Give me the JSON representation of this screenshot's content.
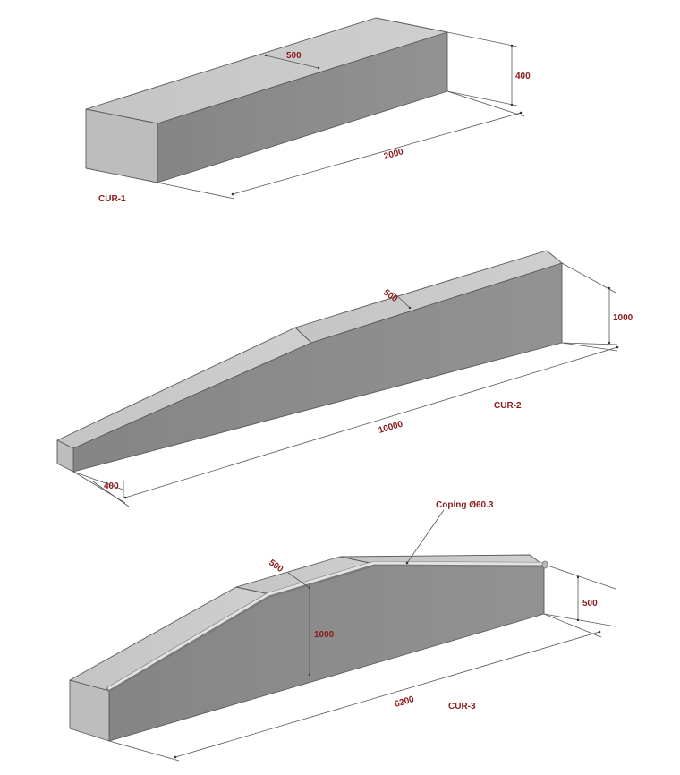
{
  "cur1": {
    "label": "CUR-1",
    "width": "500",
    "height": "400",
    "length": "2000"
  },
  "cur2": {
    "label": "CUR-2",
    "width": "500",
    "height": "1000",
    "end_height": "400",
    "length": "10000"
  },
  "cur3": {
    "label": "CUR-3",
    "width": "500",
    "height": "1000",
    "end_height": "500",
    "length": "6200",
    "coping": "Coping Ø60.3"
  },
  "colors": {
    "top": "#c9c9c9",
    "front": "#8c8c8c",
    "end": "#bdbdbd",
    "text": "#8b1a1a"
  }
}
